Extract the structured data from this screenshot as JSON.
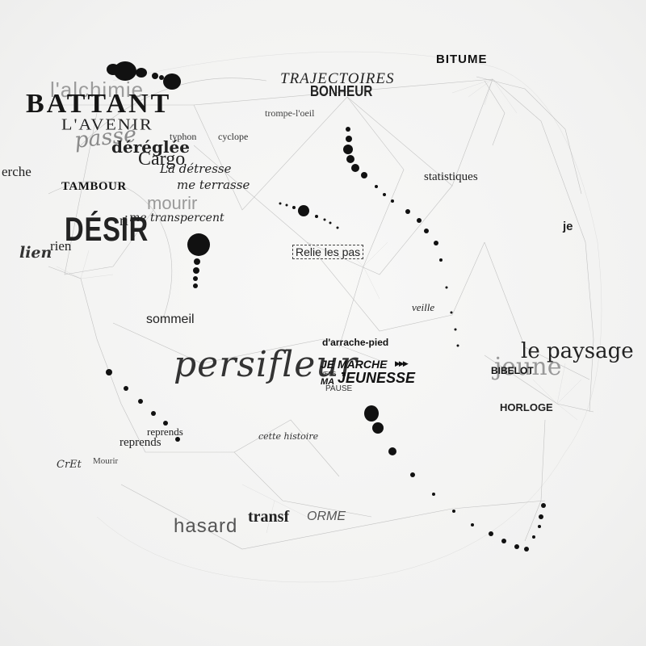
{
  "words": {
    "alchimie": "l'alchimie",
    "battant": "BATTANT",
    "avenir": "L'AVENIR",
    "passe": "passé",
    "deregle": "déréglée",
    "typhon": "typhon",
    "cyclope": "cyclope",
    "cargo": "Cargo",
    "detresse": "La détresse",
    "terrasse": "me terrasse",
    "erche": "erche",
    "tambour": "TAMBOUR",
    "mourir": "mourir",
    "desir": "DÉSIR",
    "transpercent": "me transpercent",
    "ri": "ri",
    "rien": "rien",
    "lien": "lien",
    "trajectoires": "TRAJECTOIRES",
    "bonheur": "BONHEUR",
    "trompe": "trompe-l'oeil",
    "bitume": "BITUME",
    "statistiques": "statistiques",
    "je": "je",
    "relie": "Relie les pas",
    "veille": "veille",
    "sommeil": "sommeil",
    "arrache": "d'arrache-pied",
    "persifleur": "persifleur",
    "jemarche": "JE MARCHE",
    "vers": "VERS",
    "ma": "MA",
    "jeunesse": "JEUNESSE",
    "pause": "PAUSE",
    "lepaysage": "le paysage",
    "jeune": "jeune",
    "bibelot": "BIBELOT",
    "horloge": "HORLOGE",
    "reprends1": "reprends",
    "reprends2": "reprends",
    "histoire": "cette histoire",
    "cri": "CrEt",
    "mourir2": "Mourir",
    "hasard": "hasard",
    "transforme1": "transf",
    "transforme2": "ORME"
  }
}
